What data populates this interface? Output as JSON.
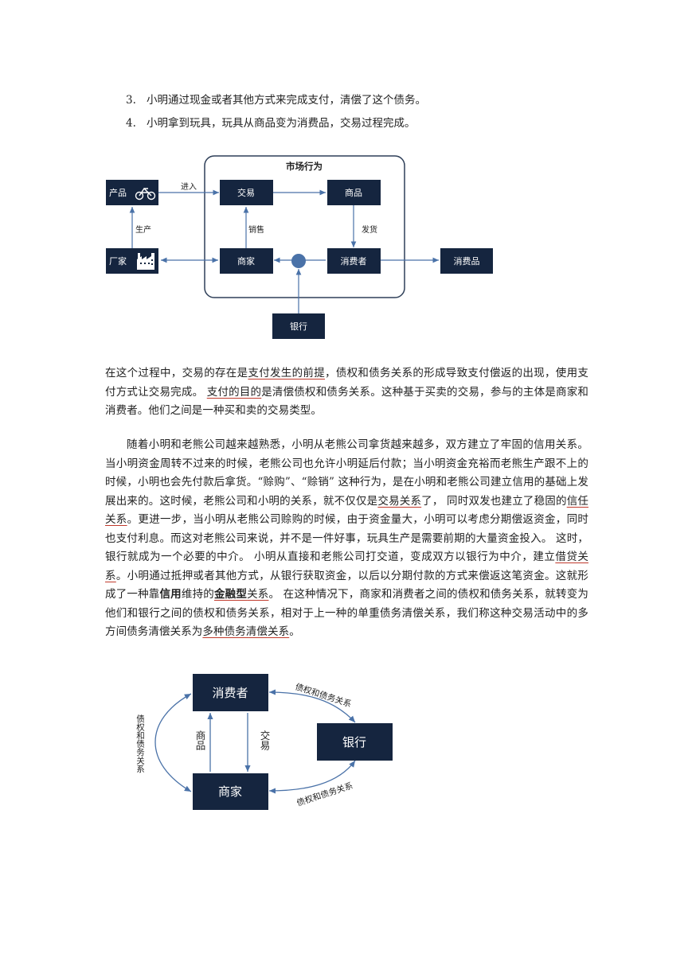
{
  "steps": [
    {
      "num": "3.",
      "text": "小明通过现金或者其他方式来完成支付，清偿了这个债务。"
    },
    {
      "num": "4.",
      "text": "小明拿到玩具，玩具从商品变为消费品，交易过程完成。"
    }
  ],
  "diagram1": {
    "group_title": "市场行为",
    "nodes": {
      "product": "产品",
      "factory": "厂家",
      "trade": "交易",
      "goods": "商品",
      "merchant": "商家",
      "consumer": "消费者",
      "consumable": "消费品",
      "bank": "银行"
    },
    "edges": {
      "enter": "进入",
      "produce": "生产",
      "sell": "销售",
      "ship": "发货"
    },
    "icons": [
      "bicycle-icon",
      "factory-icon"
    ]
  },
  "para1": {
    "t1": "在这个过程中，交易的存在是",
    "u1": "支付发生的前提",
    "t2": "，债权和债务关系的形成导致支付偿返的出现，使用支付方式让交易完成。 ",
    "u2": "支付的目的",
    "t3": "是清偿债权和债务关系。这种基于买卖的交易，参与的主体是商家和消费者。他们之间是一种买和卖的交易类型。"
  },
  "para2": {
    "t1": "随着小明和老熊公司越来越熟悉，小明从老熊公司拿货越来越多，双方建立了牢固的信用关系。 当小明资金周转不过来的时候，老熊公司也允许小明延后付款；当小明资金充裕而老熊生产跟不上的时候，小明也会先付款后拿货。“赊购”、“赊销” 这种行为，是在小明和老熊公司建立信用的基础上发展出来的。这时候，老熊公司和小明的关系，就不仅仅是",
    "u1": "交易关系",
    "t2": "了， 同时双发也建立了稳固的",
    "u2": "信任关系",
    "t3": "。更进一步，当小明从老熊公司赊购的时候，由于资金量大，小明可以考虑分期偿返资金，同时也支付利息。而这对老熊公司来说，并不是一件好事，玩具生产是需要前期的大量资金投入。 这时，银行就成为一个必要的中介。 小明从直接和老熊公司打交道，变成双方以银行为中介，建立",
    "u3": "借贷关系",
    "t4": "。小明通过抵押或者其他方式，从银行获取资金，以后以分期付款的方式来偿返这笔资金。这就形成了一种靠",
    "b1": "信用",
    "t5": "维持的",
    "ub1": "金融型",
    "u4": "关系",
    "t6": "。 在这种情况下，商家和消费者之间的债权和债务关系，就转变为他们和银行之间的债权和债务关系，相对于上一种的单重债务清偿关系，我们称这种交易活动中的多方间债务清偿关系为",
    "u5": "多种债务清偿关系",
    "t7": "。"
  },
  "diagram2": {
    "nodes": {
      "consumer": "消费者",
      "merchant": "商家",
      "bank": "银行"
    },
    "edges": {
      "goods": "商品",
      "trade": "交易",
      "left_relation": "债权和债务关系",
      "top_relation": "债权和债务关系",
      "bottom_relation": "债权和债务关系"
    }
  }
}
